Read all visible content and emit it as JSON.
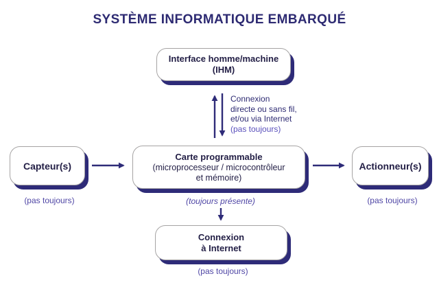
{
  "title": "SYSTÈME INFORMATIQUE EMBARQUÉ",
  "colors": {
    "title": "#2d2a72",
    "indigo": "#2e2b78",
    "box_text": "#221e45",
    "label_purple": "#4f46a5",
    "note_purple": "#5a50bc",
    "border_gray": "#a5a3a3"
  },
  "nodes": {
    "ihm": {
      "line1": "Interface homme/machine",
      "line2": "(IHM)"
    },
    "carte": {
      "title": "Carte programmable",
      "sub1": "(microprocesseur / microcontrôleur",
      "sub2": "et mémoire)",
      "caption": "(toujours présente)"
    },
    "capteur": {
      "label": "Capteur(s)",
      "caption": "(pas toujours)"
    },
    "actionneur": {
      "label": "Actionneur(s)",
      "caption": "(pas toujours)"
    },
    "internet": {
      "line1": "Connexion",
      "line2": "à Internet",
      "caption": "(pas toujours)"
    }
  },
  "connection_note": {
    "line1": "Connexion",
    "line2": "directe ou sans fil,",
    "line3": "et/ou via Internet",
    "line4": "(pas toujours)"
  }
}
